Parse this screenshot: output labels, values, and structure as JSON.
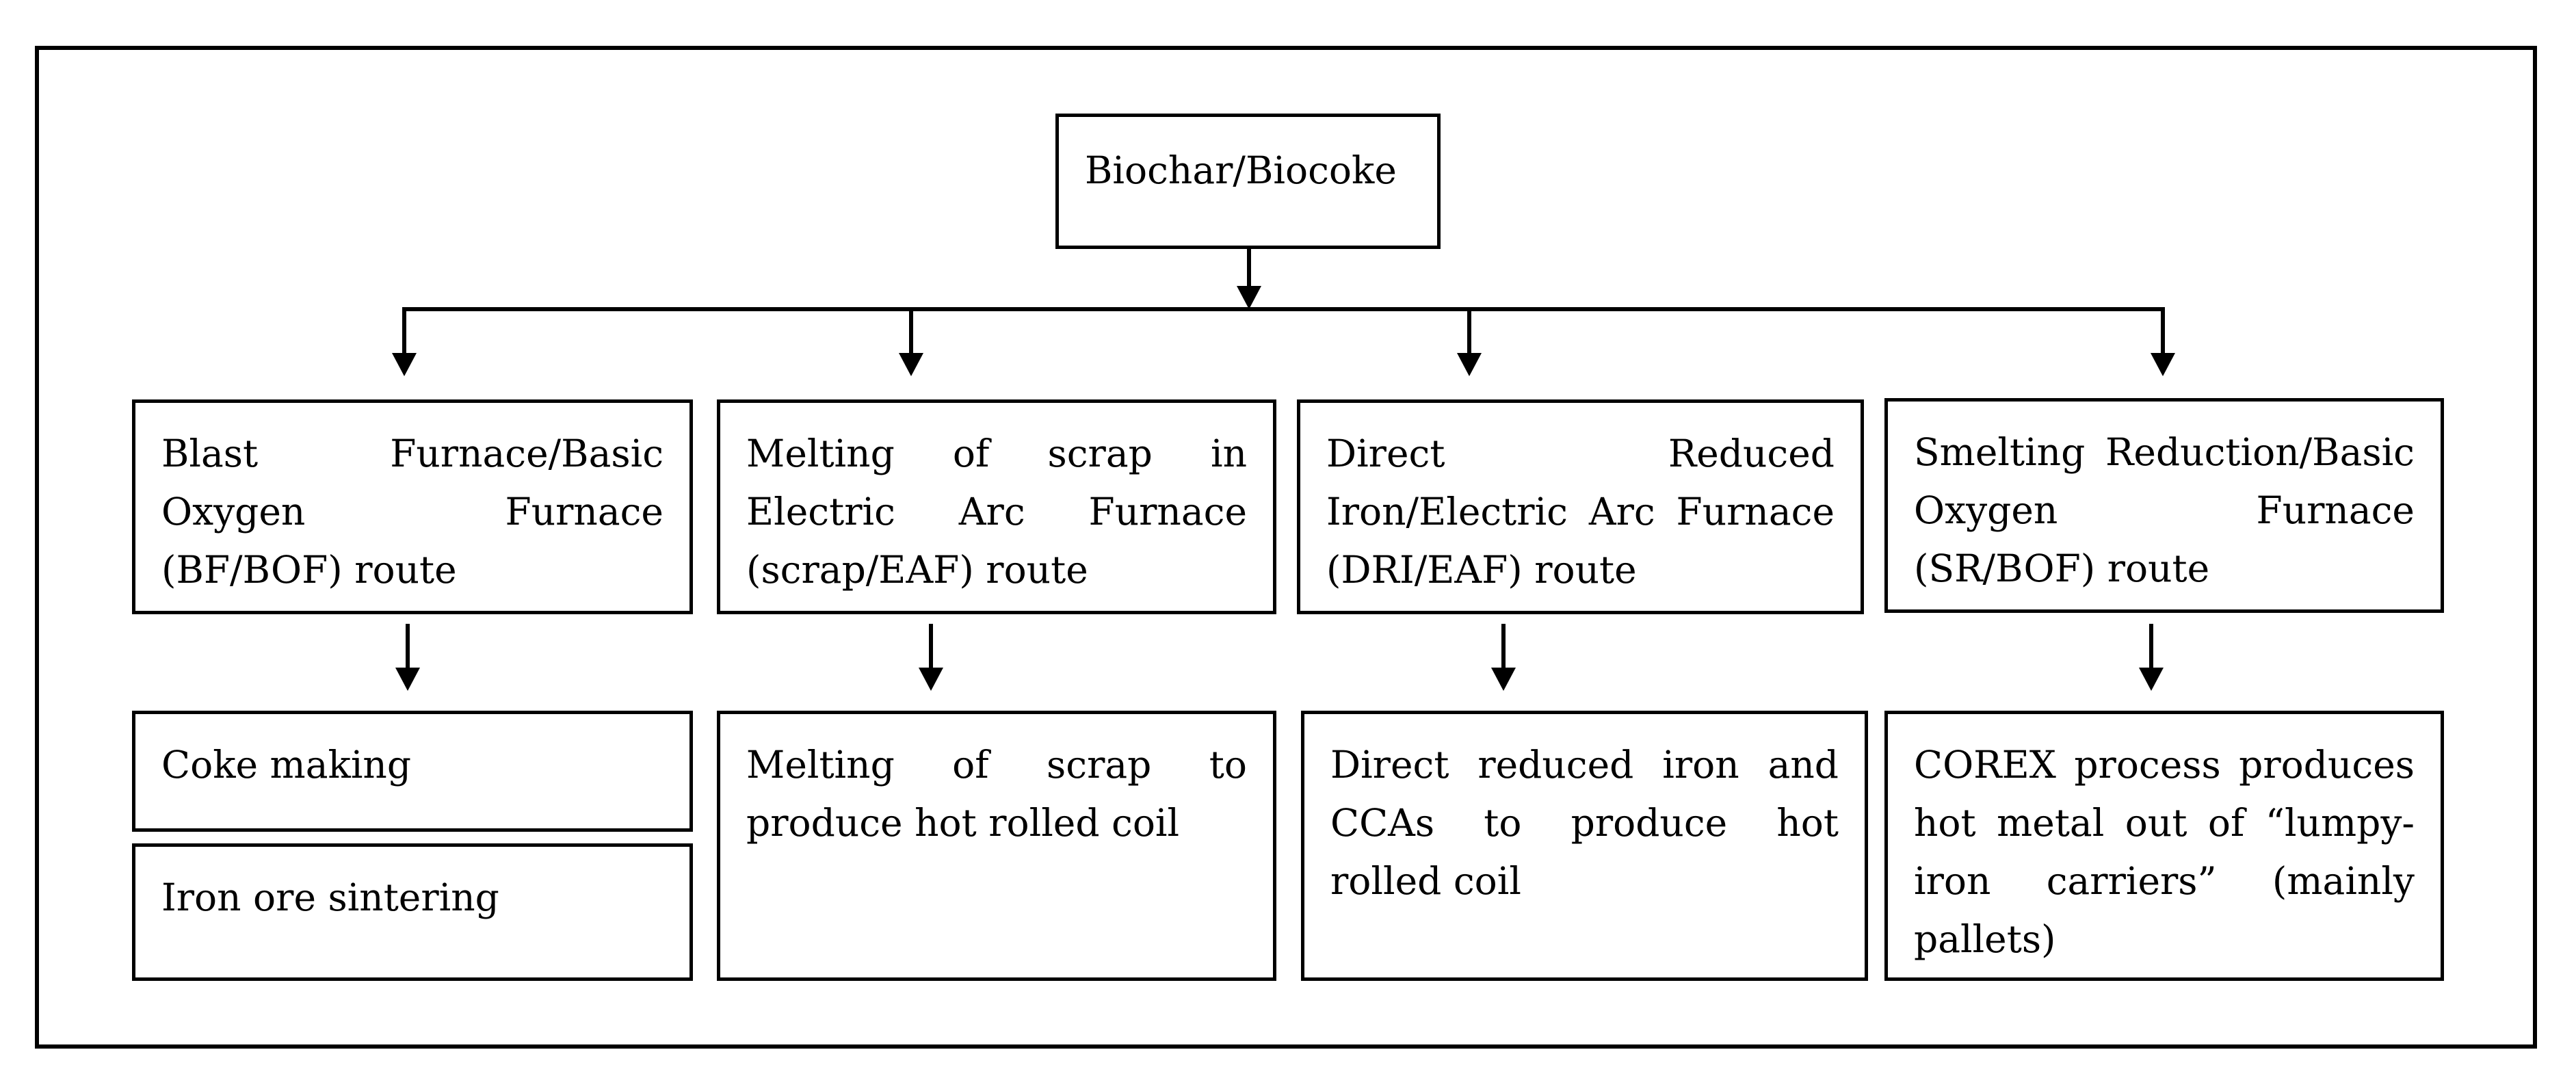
{
  "diagram": {
    "root": {
      "label": "Biochar/Biocoke"
    },
    "routes": [
      {
        "id": "bf-bof",
        "label": "Blast Furnace/Basic Oxygen Furnace (BF/BOF) route",
        "outcomes": [
          "Coke making",
          "Iron ore sintering"
        ]
      },
      {
        "id": "scrap-eaf",
        "label": "Melting of scrap in Electric Arc Furnace (scrap/EAF) route",
        "outcomes": [
          "Melting of scrap to produce hot rolled coil"
        ]
      },
      {
        "id": "dri-eaf",
        "label": "Direct Reduced Iron/Electric Arc Furnace (DRI/EAF) route",
        "outcomes": [
          "Direct reduced iron and CCAs to produce hot rolled coil"
        ]
      },
      {
        "id": "sr-bof",
        "label": "Smelting Reduction/Basic Oxygen Furnace (SR/BOF) route",
        "outcomes": [
          "COREX process produces hot metal out of “lumpy-iron carriers” (mainly pallets)"
        ]
      }
    ],
    "line_color": "#000000",
    "background_color": "#ffffff"
  }
}
